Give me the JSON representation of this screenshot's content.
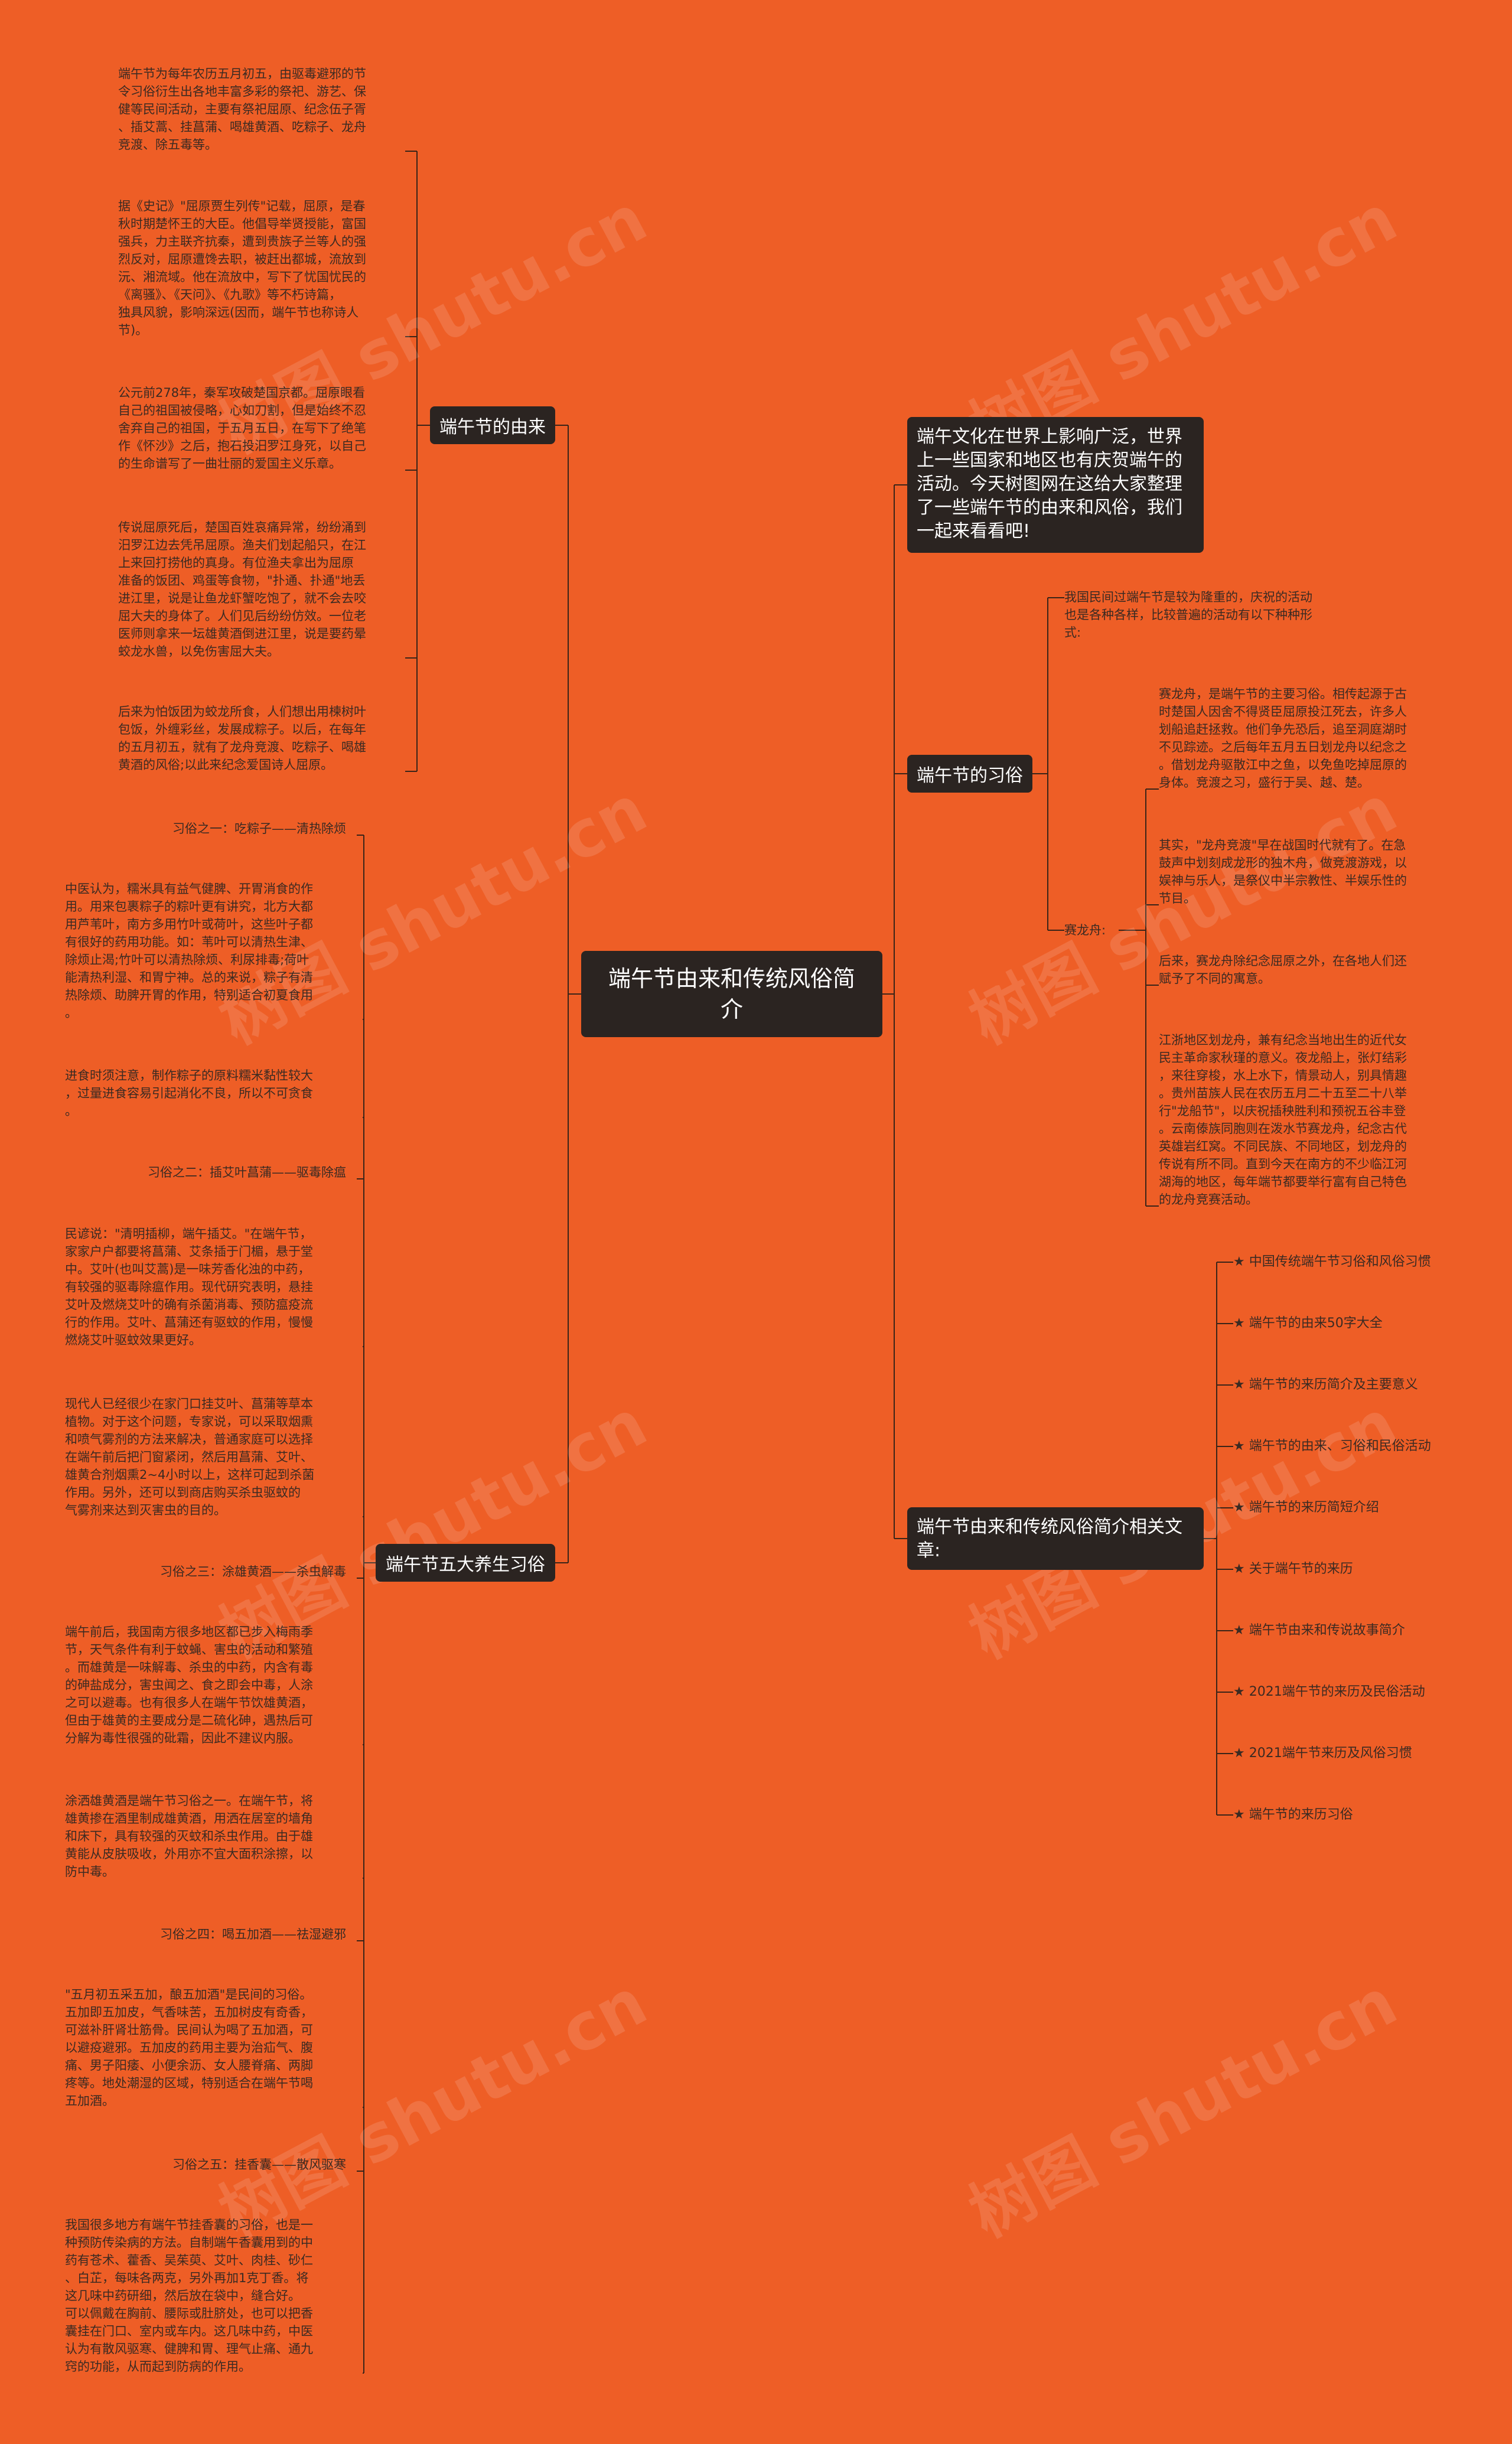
{
  "watermark": "树图 shutu.cn",
  "root": "端午节由来和传统风俗简\n介",
  "branches": {
    "origin": "端午节的由来",
    "health": "端午节五大养生习俗",
    "intro": "端午文化在世界上影响广泛，世界\n上一些国家和地区也有庆贺端午的\n活动。今天树图网在这给大家整理\n了一些端午节的由来和风俗，我们\n一起来看看吧!",
    "customs": "端午节的习俗",
    "related": "端午节由来和传统风俗简介相关文\n章:"
  },
  "origin_texts": [
    "端午节为每年农历五月初五，由驱毒避邪的节\n令习俗衍生出各地丰富多彩的祭祀、游艺、保\n健等民间活动，主要有祭祀屈原、纪念伍子胥\n、插艾蒿、挂菖蒲、喝雄黄酒、吃粽子、龙舟\n竞渡、除五毒等。",
    "据《史记》\"屈原贾生列传\"记载，屈原，是春\n秋时期楚怀王的大臣。他倡导举贤授能，富国\n强兵，力主联齐抗秦，遭到贵族子兰等人的强\n烈反对，屈原遭馋去职，被赶出都城，流放到\n沅、湘流域。他在流放中，写下了忧国忧民的\n《离骚》、《天问》、《九歌》等不朽诗篇，\n独具风貌，影响深远(因而，端午节也称诗人\n节)。",
    "公元前278年，秦军攻破楚国京都。屈原眼看\n自己的祖国被侵略，心如刀割，但是始终不忍\n舍弃自己的祖国，于五月五日，在写下了绝笔\n作《怀沙》之后，抱石投汨罗江身死，以自己\n的生命谱写了一曲壮丽的爱国主义乐章。",
    "传说屈原死后，楚国百姓哀痛异常，纷纷涌到\n汨罗江边去凭吊屈原。渔夫们划起船只，在江\n上来回打捞他的真身。有位渔夫拿出为屈原\n准备的饭团、鸡蛋等食物，\"扑通、扑通\"地丢\n进江里，说是让鱼龙虾蟹吃饱了，就不会去咬\n屈大夫的身体了。人们见后纷纷仿效。一位老\n医师则拿来一坛雄黄酒倒进江里，说是要药晕\n蛟龙水兽，以免伤害屈大夫。",
    "后来为怕饭团为蛟龙所食，人们想出用楝树叶\n包饭，外缠彩丝，发展成粽子。以后，在每年\n的五月初五，就有了龙舟竞渡、吃粽子、喝雄\n黄酒的风俗;以此来纪念爱国诗人屈原。"
  ],
  "health_texts": [
    "习俗之一：吃粽子——清热除烦",
    "中医认为，糯米具有益气健脾、开胃消食的作\n用。用来包裹粽子的粽叶更有讲究，北方大都\n用芦苇叶，南方多用竹叶或荷叶，这些叶子都\n有很好的药用功能。如：苇叶可以清热生津、\n除烦止渴;竹叶可以清热除烦、利尿排毒;荷叶\n能清热利湿、和胃宁神。总的来说，粽子有清\n热除烦、助脾开胃的作用，特别适合初夏食用\n。",
    "进食时须注意，制作粽子的原料糯米黏性较大\n，过量进食容易引起消化不良，所以不可贪食\n。",
    "习俗之二：插艾叶菖蒲——驱毒除瘟",
    "民谚说：\"清明插柳，端午插艾。\"在端午节，\n家家户户都要将菖蒲、艾条插于门楣，悬于堂\n中。艾叶(也叫艾蒿)是一味芳香化浊的中药，\n有较强的驱毒除瘟作用。现代研究表明，悬挂\n艾叶及燃烧艾叶的确有杀菌消毒、预防瘟疫流\n行的作用。艾叶、菖蒲还有驱蚊的作用，慢慢\n燃烧艾叶驱蚊效果更好。",
    "现代人已经很少在家门口挂艾叶、菖蒲等草本\n植物。对于这个问题，专家说，可以采取烟熏\n和喷气雾剂的方法来解决，普通家庭可以选择\n在端午前后把门窗紧闭，然后用菖蒲、艾叶、\n雄黄合剂烟熏2~4小时以上，这样可起到杀菌\n作用。另外，还可以到商店购买杀虫驱蚊的\n气雾剂来达到灭害虫的目的。",
    "习俗之三：涂雄黄酒——杀虫解毒",
    "端午前后，我国南方很多地区都已步入梅雨季\n节，天气条件有利于蚊蝇、害虫的活动和繁殖\n。而雄黄是一味解毒、杀虫的中药，内含有毒\n的砷盐成分，害虫闻之、食之即会中毒，人涂\n之可以避毒。也有很多人在端午节饮雄黄酒，\n但由于雄黄的主要成分是二硫化砷，遇热后可\n分解为毒性很强的砒霜，因此不建议内服。",
    "涂洒雄黄酒是端午节习俗之一。在端午节，将\n雄黄掺在酒里制成雄黄酒，用洒在居室的墙角\n和床下，具有较强的灭蚊和杀虫作用。由于雄\n黄能从皮肤吸收，外用亦不宜大面积涂擦，以\n防中毒。",
    "习俗之四：喝五加酒——祛湿避邪",
    "\"五月初五采五加，酿五加酒\"是民间的习俗。\n五加即五加皮，气香味苦，五加树皮有奇香，\n可滋补肝肾壮筋骨。民间认为喝了五加酒，可\n以避疫避邪。五加皮的药用主要为治疝气、腹\n痛、男子阳痿、小便余沥、女人腰脊痛、两脚\n疼等。地处潮湿的区域，特别适合在端午节喝\n五加酒。",
    "习俗之五：挂香囊——散风驱寒",
    "我国很多地方有端午节挂香囊的习俗，也是一\n种预防传染病的方法。自制端午香囊用到的中\n药有苍术、藿香、吴茱萸、艾叶、肉桂、砂仁\n、白芷，每味各两克，另外再加1克丁香。将\n这几味中药研细，然后放在袋中，缝合好。\n可以佩戴在胸前、腰际或肚脐处，也可以把香\n囊挂在门口、室内或车内。这几味中药，中医\n认为有散风驱寒、健脾和胃、理气止痛、通九\n窍的功能，从而起到防病的作用。"
  ],
  "customs_intro": "我国民间过端午节是较为隆重的，庆祝的活动\n也是各种各样，比较普遍的活动有以下种种形\n式:",
  "customs_sub": "赛龙舟:",
  "dragon_texts": [
    "赛龙舟，是端午节的主要习俗。相传起源于古\n时楚国人因舍不得贤臣屈原投江死去，许多人\n划船追赶拯救。他们争先恐后，追至洞庭湖时\n不见踪迹。之后每年五月五日划龙舟以纪念之\n。借划龙舟驱散江中之鱼，以免鱼吃掉屈原的\n身体。竞渡之习，盛行于吴、越、楚。",
    "其实，\"龙舟竞渡\"早在战国时代就有了。在急\n鼓声中划刻成龙形的独木舟，做竞渡游戏，以\n娱神与乐人，是祭仪中半宗教性、半娱乐性的\n节目。",
    "后来，赛龙舟除纪念屈原之外，在各地人们还\n赋予了不同的寓意。",
    "江浙地区划龙舟，兼有纪念当地出生的近代女\n民主革命家秋瑾的意义。夜龙船上，张灯结彩\n，来往穿梭，水上水下，情景动人，别具情趣\n。贵州苗族人民在农历五月二十五至二十八举\n行\"龙船节\"，以庆祝插秧胜利和预祝五谷丰登\n。云南傣族同胞则在泼水节赛龙舟，纪念古代\n英雄岩红窝。不同民族、不同地区，划龙舟的\n传说有所不同。直到今天在南方的不少临江河\n湖海的地区，每年端节都要举行富有自己特色\n的龙舟竞赛活动。"
  ],
  "related_links": [
    "★ 中国传统端午节习俗和风俗习惯",
    "★ 端午节的由来50字大全",
    "★ 端午节的来历简介及主要意义",
    "★ 端午节的由来、习俗和民俗活动",
    "★ 端午节的来历简短介绍",
    "★ 关于端午节的来历",
    "★ 端午节由来和传说故事简介",
    "★ 2021端午节的来历及民俗活动",
    "★ 2021端午节来历及风俗习惯",
    "★ 端午节的来历习俗"
  ]
}
